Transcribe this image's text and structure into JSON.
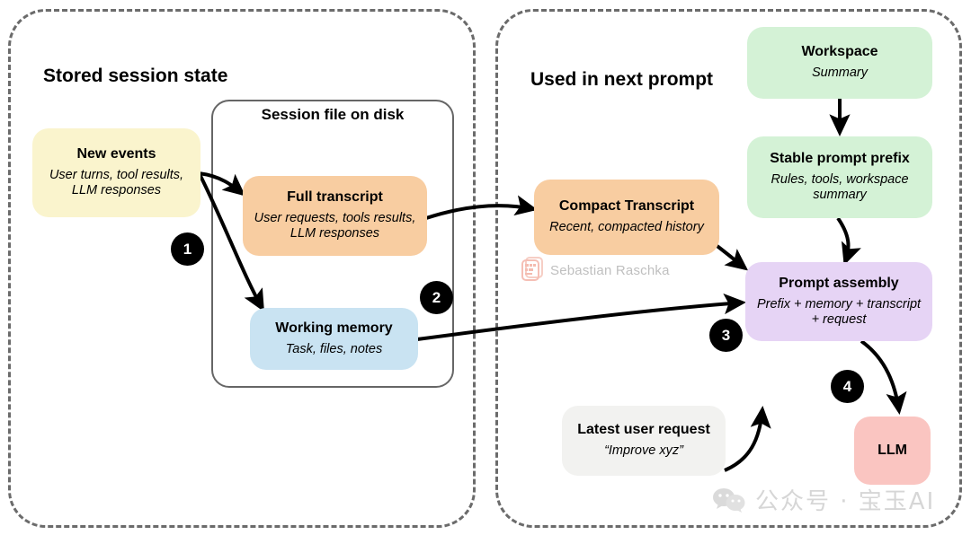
{
  "diagram": {
    "panels": [
      {
        "id": "stored",
        "title": "Stored session state"
      },
      {
        "id": "used",
        "title": "Used in next prompt"
      }
    ],
    "inner_box": {
      "title": "Session file on disk"
    },
    "nodes": [
      {
        "id": "new-events",
        "title": "New events",
        "subtitle": "User turns, tool results, LLM responses",
        "color": "#faf4cd"
      },
      {
        "id": "full-transcript",
        "title": "Full transcript",
        "subtitle": "User requests, tools results, LLM responses",
        "color": "#f8cda1"
      },
      {
        "id": "working-memory",
        "title": "Working memory",
        "subtitle": "Task, files, notes",
        "color": "#c9e3f2"
      },
      {
        "id": "compact-transcript",
        "title": "Compact Transcript",
        "subtitle": "Recent, compacted history",
        "color": "#f8cda1"
      },
      {
        "id": "workspace",
        "title": "Workspace",
        "subtitle": "Summary",
        "color": "#d4f2d6"
      },
      {
        "id": "stable-prompt-prefix",
        "title": "Stable prompt prefix",
        "subtitle": "Rules, tools, workspace summary",
        "color": "#d4f2d6"
      },
      {
        "id": "prompt-assembly",
        "title": "Prompt assembly",
        "subtitle": "Prefix + memory + transcript + request",
        "color": "#e6d4f5"
      },
      {
        "id": "latest-user-request",
        "title": "Latest user request",
        "subtitle": "“Improve xyz”",
        "color": "#f2f2f0"
      },
      {
        "id": "llm",
        "title": "LLM",
        "subtitle": "",
        "color": "#fac5c1"
      }
    ],
    "step_badges": [
      {
        "id": "step-1",
        "label": "1"
      },
      {
        "id": "step-2",
        "label": "2"
      },
      {
        "id": "step-3",
        "label": "3"
      },
      {
        "id": "step-4",
        "label": "4"
      }
    ],
    "watermarks": {
      "author": "Sebastian Raschka",
      "wechat": "公众号 · 宝玉AI"
    },
    "colors": {
      "panel_border": "#6b6b6b",
      "inner_border": "#666666",
      "arrow": "#000000",
      "badge_bg": "#000000",
      "badge_text": "#ffffff"
    }
  }
}
